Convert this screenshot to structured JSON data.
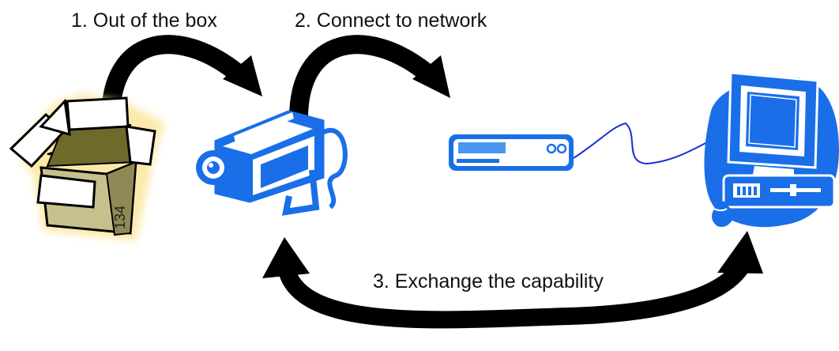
{
  "steps": {
    "step1": "1. Out of the box",
    "step2": "2. Connect to network",
    "step3": "3. Exchange the capability"
  },
  "box_number": "134",
  "colors": {
    "device_blue": "#1a6fe8",
    "box_olive": "#6e6a2c",
    "box_tan": "#c6c08e",
    "box_glow": "#fbe7a1",
    "arrow": "#000000",
    "cable": "#1a2fd0"
  },
  "icons": [
    "open-box-icon",
    "security-camera-icon",
    "router-icon",
    "desktop-computer-icon"
  ]
}
